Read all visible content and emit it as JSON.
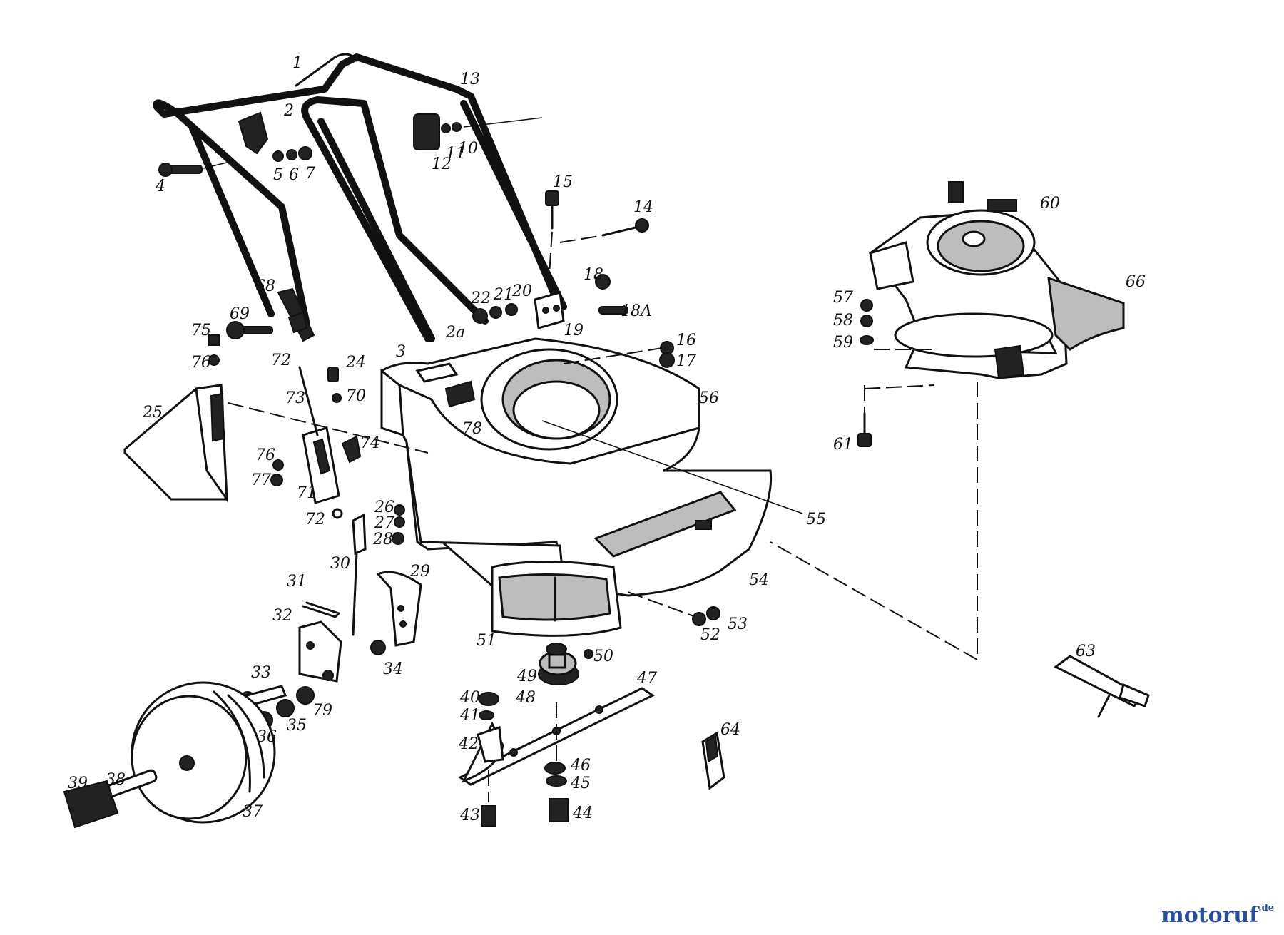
{
  "part_labels": [
    "1",
    "2",
    "2a",
    "3",
    "4",
    "5",
    "6",
    "7",
    "10",
    "11",
    "12",
    "13",
    "14",
    "15",
    "16",
    "17",
    "18",
    "18A",
    "19",
    "20",
    "21",
    "22",
    "24",
    "25",
    "26",
    "27",
    "28",
    "29",
    "30",
    "31",
    "32",
    "33",
    "34",
    "35",
    "36",
    "37",
    "38",
    "39",
    "40",
    "41",
    "42",
    "43",
    "44",
    "45",
    "46",
    "47",
    "48",
    "49",
    "50",
    "51",
    "52",
    "53",
    "54",
    "55",
    "56",
    "57",
    "58",
    "59",
    "60",
    "61",
    "63",
    "64",
    "66",
    "68",
    "69",
    "70",
    "71",
    "72",
    "72",
    "73",
    "74",
    "75",
    "76",
    "76",
    "77",
    "78",
    "79"
  ],
  "watermark": {
    "text_main": "motoruf",
    "text_suffix": ".de",
    "logo_name": "motoruf-logo"
  },
  "colors": {
    "ink": "#111111",
    "watermark_blue": "#2a4f9a",
    "watermark_orange": "#e07b1f"
  }
}
